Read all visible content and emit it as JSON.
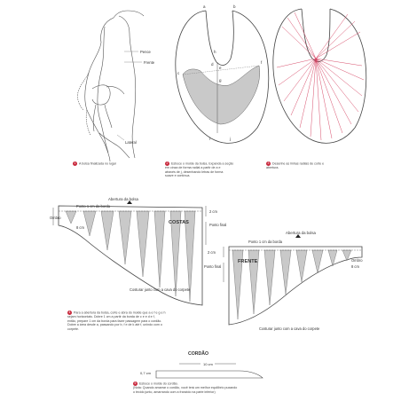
{
  "step1": {
    "number": "1",
    "caption": "A bolsa finalizada no lugar",
    "labels": {
      "pence": "Pence",
      "frente": "Frente",
      "lateral": "Lateral"
    }
  },
  "step2": {
    "number": "2",
    "caption_lines": [
      "Esboce o molde da bolsa. Expanda a seção",
      "em cinza de forma radial a partir de a e",
      "através de j, desenhando letras de forma",
      "suave e contínua."
    ],
    "points": [
      "a",
      "b",
      "c",
      "d",
      "e",
      "f",
      "g",
      "h",
      "i",
      "j"
    ]
  },
  "step3": {
    "number": "3",
    "caption_lines": [
      "Desenhe as linhas radiais de corte e",
      "abertura."
    ]
  },
  "costas": {
    "title": "COSTAS",
    "abertura": "Abertura da bolsa",
    "ponto": "Ponto 1 cm da borda",
    "ombro": "Ombro",
    "dim_8cm": "8 cm",
    "dim_2cm": "2 cm",
    "ponto_final": "Ponto final",
    "costurar": "Costurar junto com a cava do corpete"
  },
  "frente": {
    "title": "FRENTE",
    "abertura": "Abertura da bolsa",
    "ponto": "Ponto 1 cm da borda",
    "ombro": "Ombro",
    "dim_8cm": "8 cm",
    "dim_2cm": "2 cm",
    "ponto_final": "Ponto final",
    "costurar": "Costurar junto com a cava do corpete"
  },
  "step4": {
    "number": "4",
    "caption_lines": [
      "Para a abertura da bolsa, corte e abra do molde que a e f e g e h",
      "sejam horizontais. Dobre 1 cm a partir da borda de c e e d e f,",
      "então, prepare 1 cm da borda para fazer passagem para o cordão.",
      "Dobre a área desde a, passando por b, f e de k até f, unindo com o",
      "corpete."
    ]
  },
  "cordao": {
    "title": "CORDÃO",
    "measure": "10 cm",
    "width": "0,7 cm"
  },
  "step5": {
    "number": "5",
    "caption_lines": [
      "Esboce o molde do cordão.",
      "(Nota: Quando amarrar o cordão, você terá um melhor equilíbrio puxando",
      "o tecido junto, amarrando com a franzido na parte inferior)"
    ]
  }
}
